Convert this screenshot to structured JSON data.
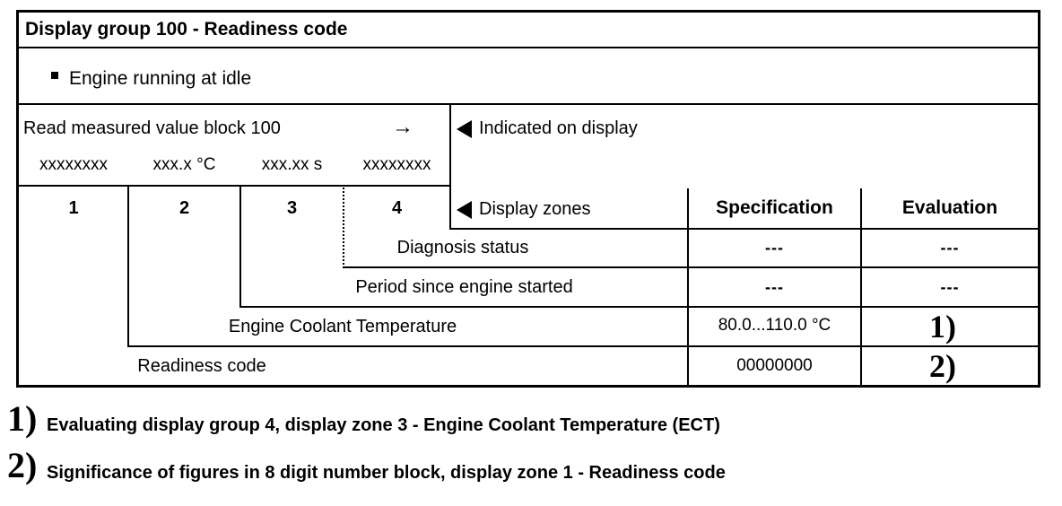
{
  "table": {
    "title": "Display group 100 - Readiness code",
    "condition_bullet": "Engine running at idle",
    "read_row": {
      "instruction": "Read measured value block 100",
      "arrow": "→",
      "display_fields": [
        "xxxxxxxx",
        "xxx.x °C",
        "xxx.xx s",
        "xxxxxxxx"
      ],
      "indicated_label": "Indicated on display"
    },
    "zones_header": {
      "zone_numbers": [
        "1",
        "2",
        "3",
        "4"
      ],
      "display_zones_label": "Display zones",
      "specification_header": "Specification",
      "evaluation_header": "Evaluation"
    },
    "rows": [
      {
        "label": "Diagnosis status",
        "specification": "---",
        "evaluation": "---"
      },
      {
        "label": "Period since engine started",
        "specification": "---",
        "evaluation": "---"
      },
      {
        "label": "Engine Coolant Temperature",
        "specification": "80.0...110.0 °C",
        "evaluation": "1)"
      },
      {
        "label": "Readiness code",
        "specification": "00000000",
        "evaluation": "2)"
      }
    ]
  },
  "footnotes": [
    {
      "marker": "1)",
      "text": "Evaluating display group 4, display zone 3 - Engine Coolant Temperature (ECT)"
    },
    {
      "marker": "2)",
      "text": "Significance of figures in 8 digit number block, display zone 1 - Readiness code"
    }
  ],
  "icons": {
    "zone_marker": "left-pointer-triangle",
    "bullet": "square-bullet",
    "arrow": "right-arrow"
  }
}
